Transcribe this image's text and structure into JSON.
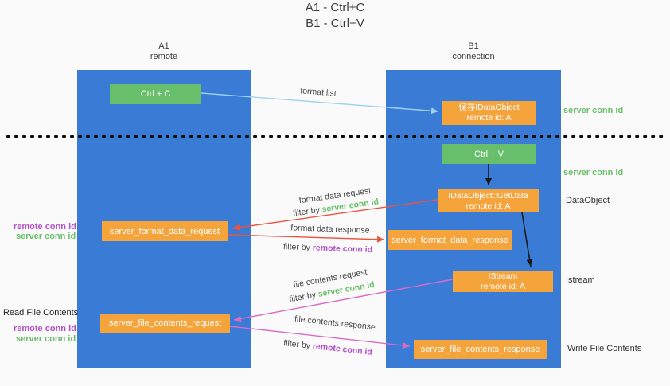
{
  "title": {
    "line1": "A1 - Ctrl+C",
    "line2": "B1 - Ctrl+V"
  },
  "lanes": {
    "a": {
      "title": "A1",
      "subtitle": "remote"
    },
    "b": {
      "title": "B1",
      "subtitle": "connection"
    }
  },
  "nodes": {
    "ctrl_c": {
      "label": "Ctrl + C"
    },
    "ctrl_v": {
      "label": "Ctrl + V"
    },
    "save_dataobject": {
      "line1": "保存IDataObject",
      "line2": "remote id: A"
    },
    "getdata": {
      "line1": "IDataObject::GetData",
      "line2": "remote id: A"
    },
    "istream": {
      "line1": "IStream",
      "line2": "remote id: A"
    },
    "format_request": {
      "label": "server_format_data_request"
    },
    "format_response": {
      "label": "server_format_data_response"
    },
    "file_request": {
      "label": "server_file_contents_request"
    },
    "file_response": {
      "label": "server_file_contents_response"
    }
  },
  "edge_labels": {
    "format_list": "format list",
    "format_data_request": "format data request",
    "format_data_response": "format data response",
    "file_contents_request": "file contents request",
    "file_contents_response": "file contents response",
    "filter_by": "filter by",
    "server_conn_id": "server conn id",
    "remote_conn_id": "remote conn id"
  },
  "side_labels": {
    "server_conn_id_top": "server conn id",
    "server_conn_id_mid": "server conn id",
    "dataobject": "DataObject",
    "istream": "Istream",
    "read_file_contents": "Read File Contents",
    "write_file_contents": "Write File Contents",
    "format_remote_conn_id": "remote conn id",
    "format_server_conn_id": "server conn id",
    "file_remote_conn_id": "remote conn id",
    "file_server_conn_id": "server conn id"
  },
  "colors": {
    "lane_blue": "#3a7bd5",
    "box_orange": "#f5a33b",
    "box_green": "#67bf6b",
    "arrow_red": "#ea5541",
    "arrow_pink": "#d96bc6",
    "arrow_lightblue": "#9ed3ef",
    "arrow_black": "#1a1a1a",
    "text_green": "#6abf69",
    "text_purple": "#b44fc8",
    "background": "#fafafa"
  }
}
